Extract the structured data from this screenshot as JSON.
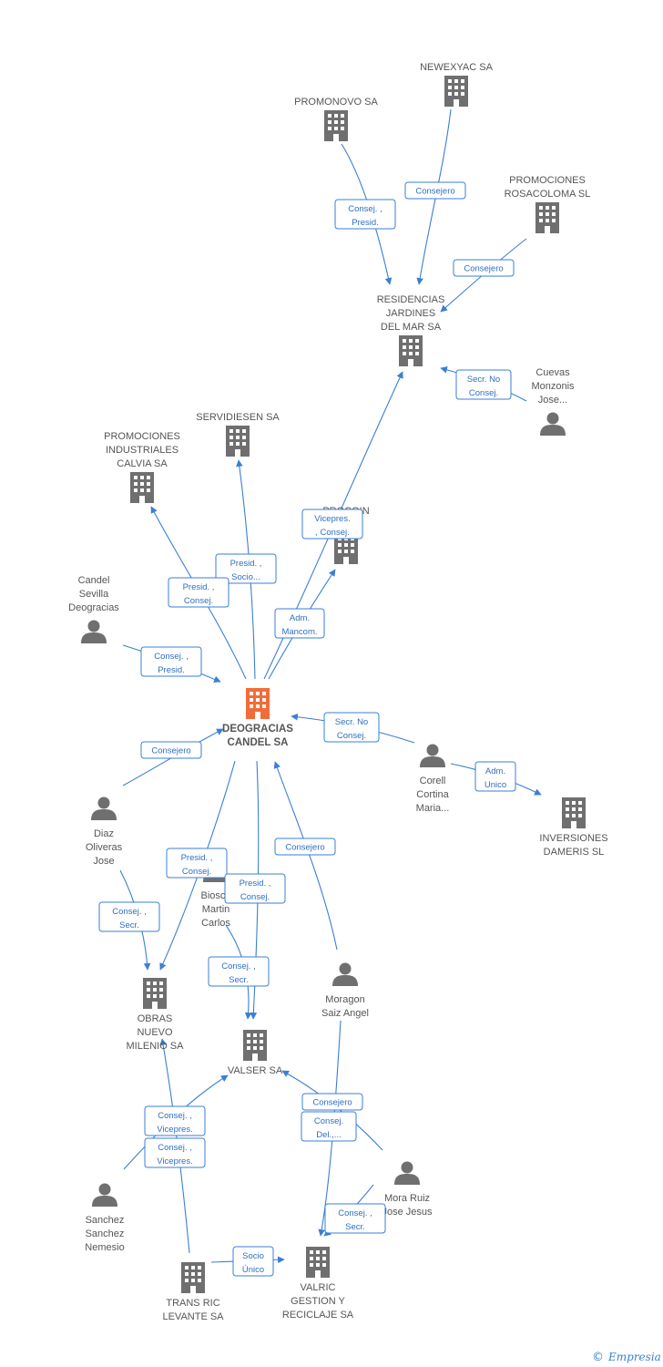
{
  "colors": {
    "edge": "#3a7fd4",
    "company_icon": "#6f6f6f",
    "focus_icon": "#f26c3a",
    "person_icon": "#6f6f6f",
    "label": "#555555"
  },
  "nodes": [
    {
      "id": "deogracias",
      "type": "company",
      "focus": true,
      "label": [
        "DEOGRACIAS",
        "CANDEL SA"
      ],
      "icon": "building-icon"
    },
    {
      "id": "newexyac",
      "type": "company",
      "label": [
        "NEWEXYAC SA"
      ],
      "icon": "building-icon"
    },
    {
      "id": "promonovo",
      "type": "company",
      "label": [
        "PROMONOVO SA"
      ],
      "icon": "building-icon"
    },
    {
      "id": "rosacoloma",
      "type": "company",
      "label": [
        "PROMOCIONES",
        "ROSACOLOMA SL"
      ],
      "icon": "building-icon"
    },
    {
      "id": "residencias",
      "type": "company",
      "label": [
        "RESIDENCIAS",
        "JARDINES",
        "DEL MAR SA"
      ],
      "icon": "building-icon"
    },
    {
      "id": "cuevas",
      "type": "person",
      "label": [
        "Cuevas",
        "Monzonis",
        "Jose..."
      ],
      "icon": "person-icon"
    },
    {
      "id": "servidiesen",
      "type": "company",
      "label": [
        "SERVIDIESEN SA"
      ],
      "icon": "building-icon"
    },
    {
      "id": "calvia",
      "type": "company",
      "label": [
        "PROMOCIONES",
        "INDUSTRIALES",
        "CALVIA SA"
      ],
      "icon": "building-icon"
    },
    {
      "id": "procoin",
      "type": "company",
      "label": [
        "PROCOIN",
        "...SA"
      ],
      "icon": "building-icon"
    },
    {
      "id": "candel_sevilla",
      "type": "person",
      "label": [
        "Candel",
        "Sevilla",
        "Deogracias"
      ],
      "icon": "person-icon"
    },
    {
      "id": "corell",
      "type": "person",
      "label": [
        "Corell",
        "Cortina",
        "Maria..."
      ],
      "icon": "person-icon"
    },
    {
      "id": "dameris",
      "type": "company",
      "label": [
        "INVERSIONES",
        "DAMERIS SL"
      ],
      "icon": "building-icon"
    },
    {
      "id": "diaz",
      "type": "person",
      "label": [
        "Diaz",
        "Oliveras",
        "Jose"
      ],
      "icon": "person-icon"
    },
    {
      "id": "biosca",
      "type": "person",
      "label": [
        "Biosca",
        "Martin",
        "Carlos"
      ],
      "icon": "person-icon"
    },
    {
      "id": "obras",
      "type": "company",
      "label": [
        "OBRAS",
        "NUEVO",
        "MILENIO SA"
      ],
      "icon": "building-icon"
    },
    {
      "id": "valser",
      "type": "company",
      "label": [
        "VALSER SA"
      ],
      "icon": "building-icon"
    },
    {
      "id": "moragon",
      "type": "person",
      "label": [
        "Moragon",
        "Saiz Angel"
      ],
      "icon": "person-icon"
    },
    {
      "id": "mora_ruiz",
      "type": "person",
      "label": [
        "Mora Ruiz",
        "Jose Jesus"
      ],
      "icon": "person-icon"
    },
    {
      "id": "sanchez",
      "type": "person",
      "label": [
        "Sanchez",
        "Sanchez",
        "Nemesio"
      ],
      "icon": "person-icon"
    },
    {
      "id": "transric",
      "type": "company",
      "label": [
        "TRANS RIC",
        "LEVANTE SA"
      ],
      "icon": "building-icon"
    },
    {
      "id": "valric",
      "type": "company",
      "label": [
        "VALRIC",
        "GESTION Y",
        "RECICLAJE SA"
      ],
      "icon": "building-icon"
    }
  ],
  "edges": [
    {
      "id": "e1",
      "label": [
        "Consej. ,",
        "Presid."
      ]
    },
    {
      "id": "e2",
      "label": [
        "Consejero"
      ]
    },
    {
      "id": "e3",
      "label": [
        "Consejero"
      ]
    },
    {
      "id": "e4",
      "label": [
        "Secr. No",
        "Consej."
      ]
    },
    {
      "id": "e5",
      "label": [
        "Vicepres.",
        ", Consej."
      ]
    },
    {
      "id": "e6",
      "label": [
        "Presid. ,",
        "Socio..."
      ]
    },
    {
      "id": "e7",
      "label": [
        "Presid. ,",
        "Consej."
      ]
    },
    {
      "id": "e8",
      "label": [
        "Adm.",
        "Mancom."
      ]
    },
    {
      "id": "e9",
      "label": [
        "Consej. ,",
        "Presid."
      ]
    },
    {
      "id": "e10",
      "label": [
        "Secr. No",
        "Consej."
      ]
    },
    {
      "id": "e11",
      "label": [
        "Adm.",
        "Unico"
      ]
    },
    {
      "id": "e12",
      "label": [
        "Consejero"
      ]
    },
    {
      "id": "e13",
      "label": [
        "Presid. ,",
        "Consej."
      ]
    },
    {
      "id": "e14",
      "label": [
        "Consej. ,",
        "Secr."
      ]
    },
    {
      "id": "e15",
      "label": [
        "Presid. ,",
        "Consej."
      ]
    },
    {
      "id": "e16",
      "label": [
        "Consej. ,",
        "Secr."
      ]
    },
    {
      "id": "e17",
      "label": [
        "Consejero"
      ]
    },
    {
      "id": "e18",
      "label": [
        "Consejero"
      ]
    },
    {
      "id": "e19",
      "label": [
        "Consej.",
        "Del.,..."
      ]
    },
    {
      "id": "e20",
      "label": [
        "Consej. ,",
        "Secr."
      ]
    },
    {
      "id": "e21",
      "label": [
        "Consej. ,",
        "Vicepres."
      ]
    },
    {
      "id": "e22",
      "label": [
        "Consej. ,",
        "Vicepres."
      ]
    },
    {
      "id": "e23",
      "label": [
        "Socio",
        "Único"
      ]
    }
  ],
  "footer": {
    "copyright": "©",
    "brand": "Empresia"
  }
}
